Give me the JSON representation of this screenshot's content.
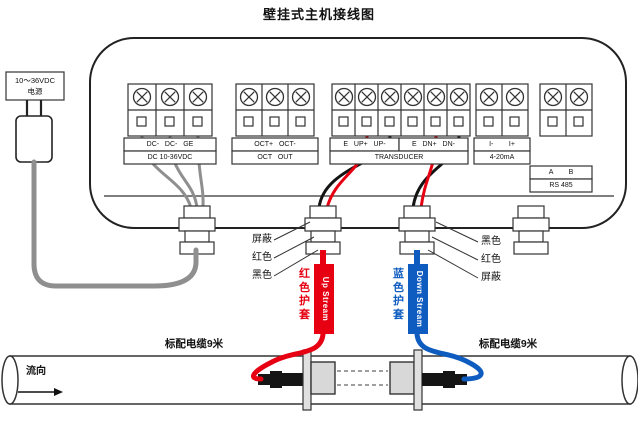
{
  "title": "壁挂式主机接线图",
  "power_supply": {
    "line1": "10～36VDC",
    "line2": "电源"
  },
  "terminals": {
    "dc": {
      "row1": "DC-   DC-   GE",
      "row2": "DC 10-36VDC"
    },
    "oct": {
      "row1": "OCT+   OCT-",
      "row2": "OCT   OUT"
    },
    "up_group": "E   UP+   UP-",
    "dn_group": "E   DN+   DN-",
    "transducer": "TRANSDUCER",
    "current": {
      "row1": "I-        I+",
      "row2": "4-20mA"
    },
    "rs485": {
      "row1": "A        B",
      "row2": "RS 485"
    }
  },
  "wire_labels": {
    "left_top": "屏蔽",
    "left_mid": "红色",
    "left_bottom": "黑色",
    "right_top": "黑色",
    "right_mid": "红色",
    "right_bottom": "屏蔽"
  },
  "cables": {
    "red_sheath_label": "红色护套",
    "red_band_label": "Up Stream",
    "blue_sheath_label": "蓝色护套",
    "blue_band_label": "Down Stream",
    "cable_note_left": "标配电缆9米",
    "cable_note_right": "标配电缆9米"
  },
  "pipe": {
    "flow_label": "流向"
  },
  "colors": {
    "red": "#e60012",
    "blue": "#0f5cc0",
    "wire_gray": "#8f8f8f",
    "black": "#141414"
  }
}
